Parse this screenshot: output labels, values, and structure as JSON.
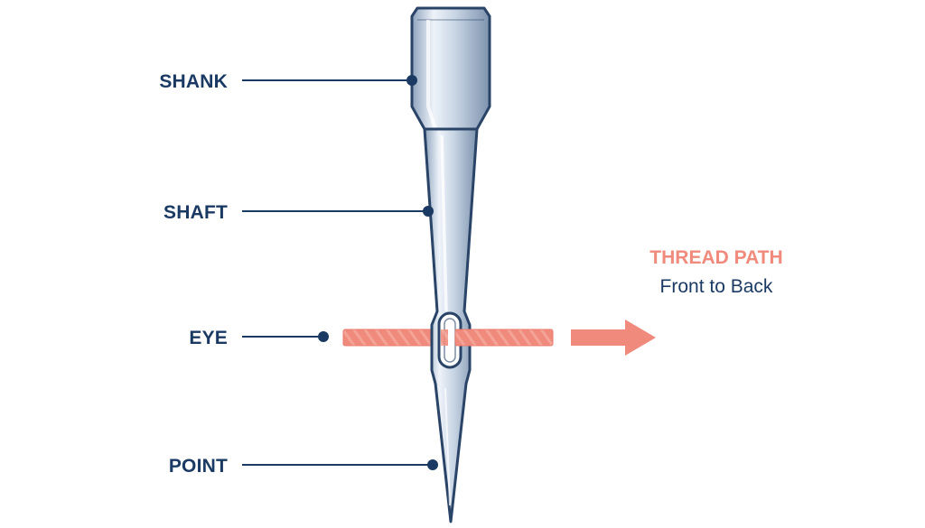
{
  "labels": {
    "shank": "SHANK",
    "shaft": "SHAFT",
    "eye": "EYE",
    "point": "POINT"
  },
  "thread": {
    "title": "THREAD PATH",
    "subtitle": "Front to Back"
  },
  "colors": {
    "label_text": "#1b3a63",
    "leader_line": "#1b3a63",
    "needle_outline": "#2a4468",
    "needle_fill": "#c9d6e5",
    "needle_highlight": "#eef3f9",
    "needle_shadow": "#8ea3bd",
    "thread": "#f08a7c",
    "thread_text": "#f08a7c",
    "subtitle_text": "#1b3a63"
  }
}
